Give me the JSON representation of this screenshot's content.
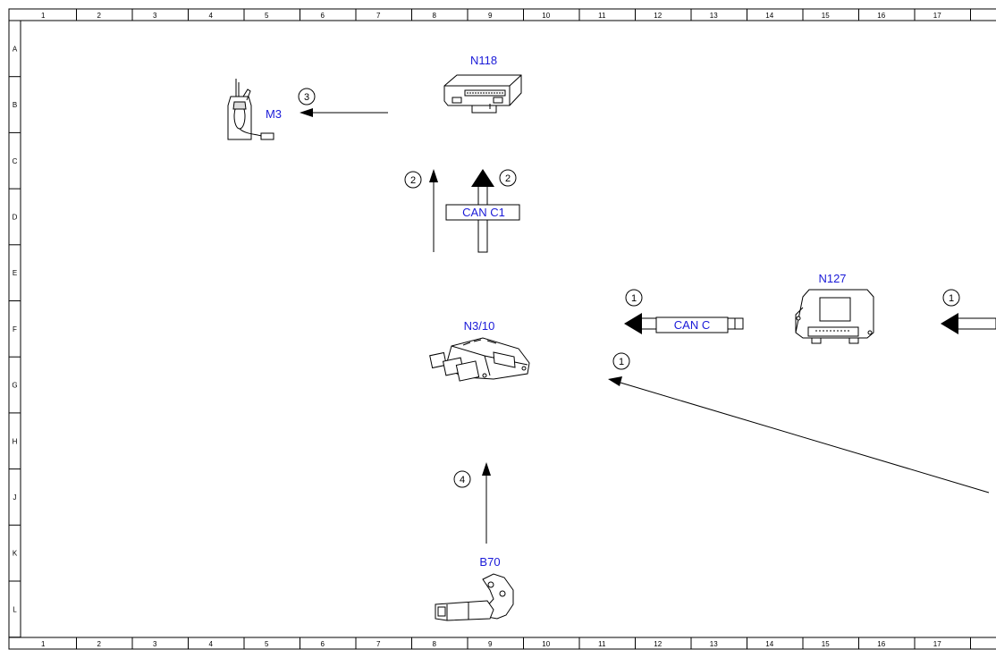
{
  "grid": {
    "columns": [
      "1",
      "2",
      "3",
      "4",
      "5",
      "6",
      "7",
      "8",
      "9",
      "10",
      "11",
      "12",
      "13",
      "14",
      "15",
      "16",
      "17"
    ],
    "rows": [
      "A",
      "B",
      "C",
      "D",
      "E",
      "F",
      "G",
      "H",
      "J",
      "K",
      "L"
    ]
  },
  "components": {
    "n118": "N118",
    "m3": "M3",
    "n3_10": "N3/10",
    "n127": "N127",
    "b70": "B70"
  },
  "buses": {
    "can_c1": "CAN C1",
    "can_c": "CAN C"
  },
  "callouts": {
    "c3": "3",
    "c2a": "2",
    "c2b": "2",
    "c1a": "1",
    "c1b": "1",
    "c1c": "1",
    "c4": "4"
  }
}
